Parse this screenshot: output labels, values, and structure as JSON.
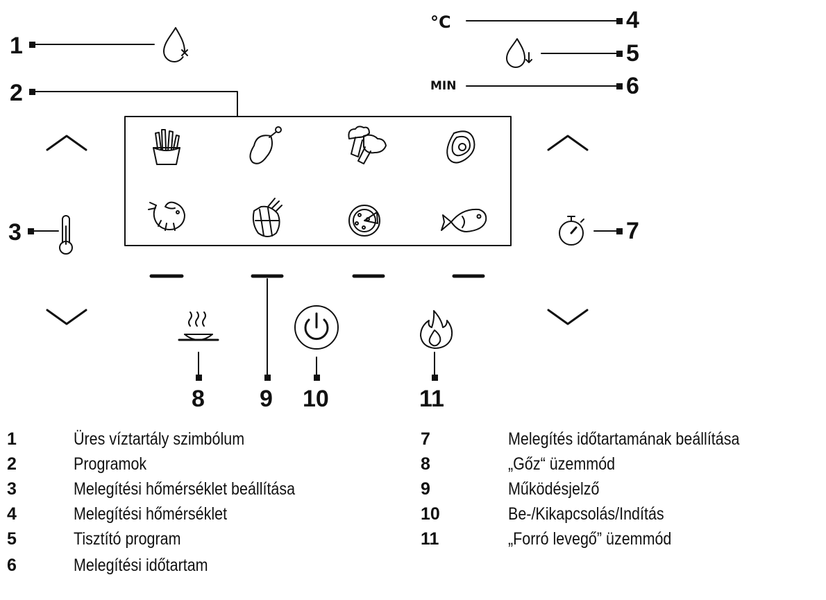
{
  "indicators": {
    "celsius": "°C",
    "min": "MIN"
  },
  "callouts": [
    "1",
    "2",
    "3",
    "4",
    "5",
    "6",
    "7",
    "8",
    "9",
    "10",
    "11"
  ],
  "programs": [
    "fries-icon",
    "chicken-drumstick-icon",
    "vegetables-icon",
    "steak-icon",
    "shrimp-icon",
    "roast-meat-icon",
    "pizza-icon",
    "fish-icon"
  ],
  "controls": [
    "chevron-up-icon",
    "chevron-down-icon",
    "thermometer-icon",
    "stopwatch-icon",
    "steam-icon",
    "power-icon",
    "flame-icon",
    "water-drop-empty-icon",
    "water-drop-clean-icon"
  ],
  "legend": {
    "left": [
      {
        "num": "1",
        "text": "Üres víztartály szimbólum"
      },
      {
        "num": "2",
        "text": "Programok"
      },
      {
        "num": "3",
        "text": "Melegítési hőmérséklet beállítása"
      },
      {
        "num": "4",
        "text": "Melegítési hőmérséklet"
      },
      {
        "num": "5",
        "text": "Tisztító program"
      },
      {
        "num": "6",
        "text": "Melegítési időtartam"
      }
    ],
    "right": [
      {
        "num": "7",
        "text": "Melegítés időtartamának beállítása"
      },
      {
        "num": "8",
        "text": "„Gőz“ üzemmód"
      },
      {
        "num": "9",
        "text": "Működésjelző"
      },
      {
        "num": "10",
        "text": "Be-/Kikapcsolás/Indítás"
      },
      {
        "num": "11",
        "text": "„Forró levegő” üzemmód"
      }
    ]
  }
}
